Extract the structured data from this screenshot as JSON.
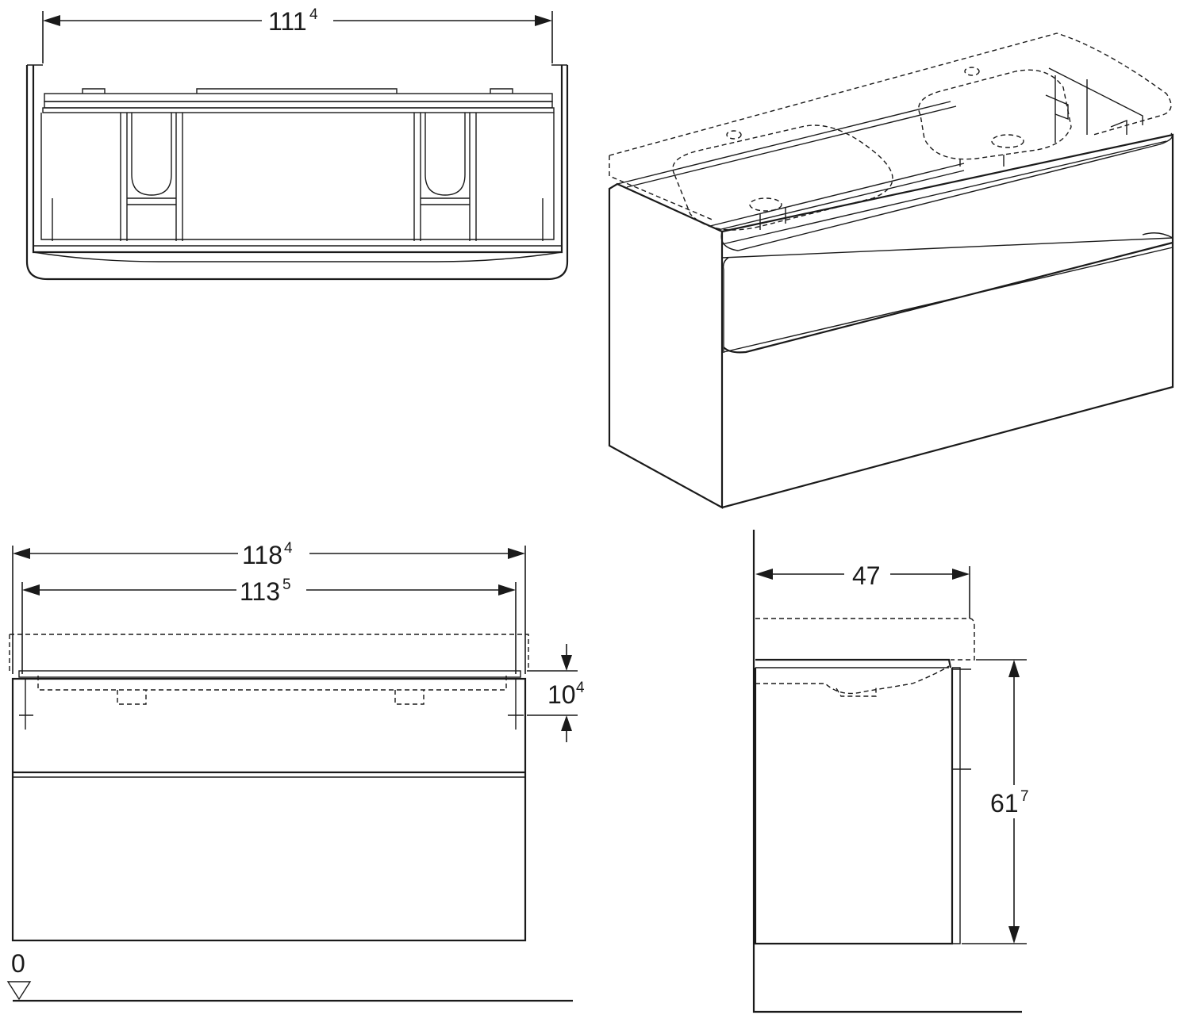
{
  "dimensions": {
    "top_width": {
      "main": "111",
      "sup": "4"
    },
    "outer_width": {
      "main": "118",
      "sup": "4"
    },
    "inner_width": {
      "main": "113",
      "sup": "5"
    },
    "drawer_offset": {
      "main": "10",
      "sup": "4"
    },
    "depth": {
      "main": "47",
      "sup": ""
    },
    "height": {
      "main": "61",
      "sup": "7"
    },
    "floor_level": {
      "main": "0",
      "sup": ""
    }
  }
}
